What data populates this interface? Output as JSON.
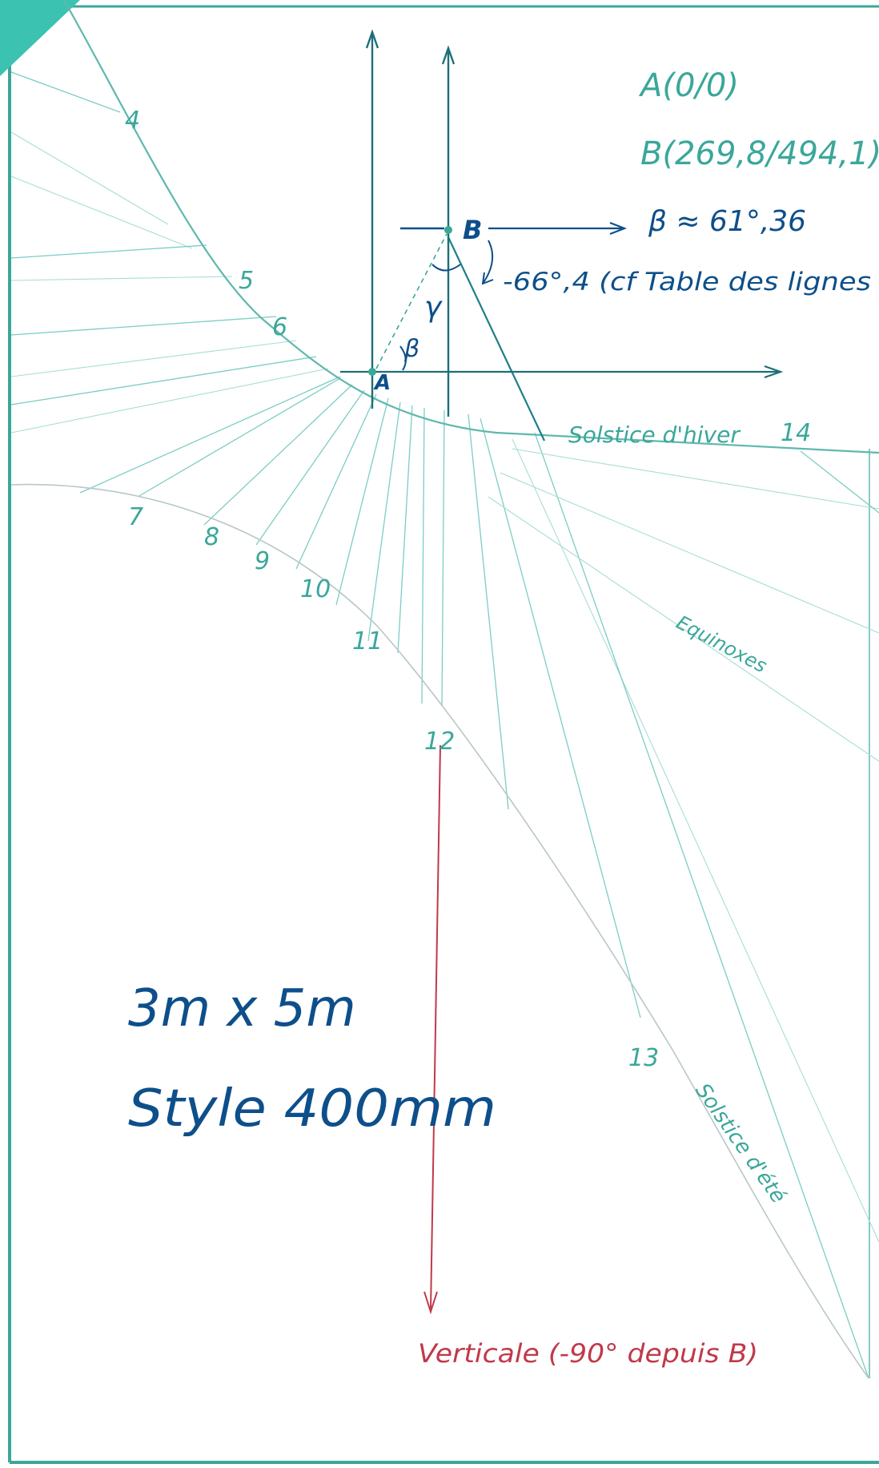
{
  "colors": {
    "frame": "#3aa79a",
    "hour_lines": "#7ccdc4",
    "curves": "#5fb8ad",
    "annotation_green": "#3aa79a",
    "annotation_blue": "#0d4f8a",
    "vertical_red": "#c0394a",
    "corner_tab": "#3cc2b0"
  },
  "points": {
    "a_coords": "A(0/0)",
    "b_coords": "B(269,8/494,1)",
    "a_label": "A",
    "b_label": "B"
  },
  "angles": {
    "beta_value": "β ≈ 61°,36",
    "gamma_value": "-66°,4 (cf Table des lignes",
    "beta_symbol": "β",
    "gamma_symbol": "γ"
  },
  "hour_labels": [
    "4",
    "5",
    "6",
    "7",
    "8",
    "9",
    "10",
    "11",
    "12",
    "13",
    "14"
  ],
  "curve_labels": {
    "winter": "Solstice d'hiver",
    "equinox": "Equinoxes",
    "summer": "Solstice d'été"
  },
  "specs": {
    "size": "3m x 5m",
    "style": "Style 400mm"
  },
  "vertical_note": "Verticale (-90° depuis B)"
}
